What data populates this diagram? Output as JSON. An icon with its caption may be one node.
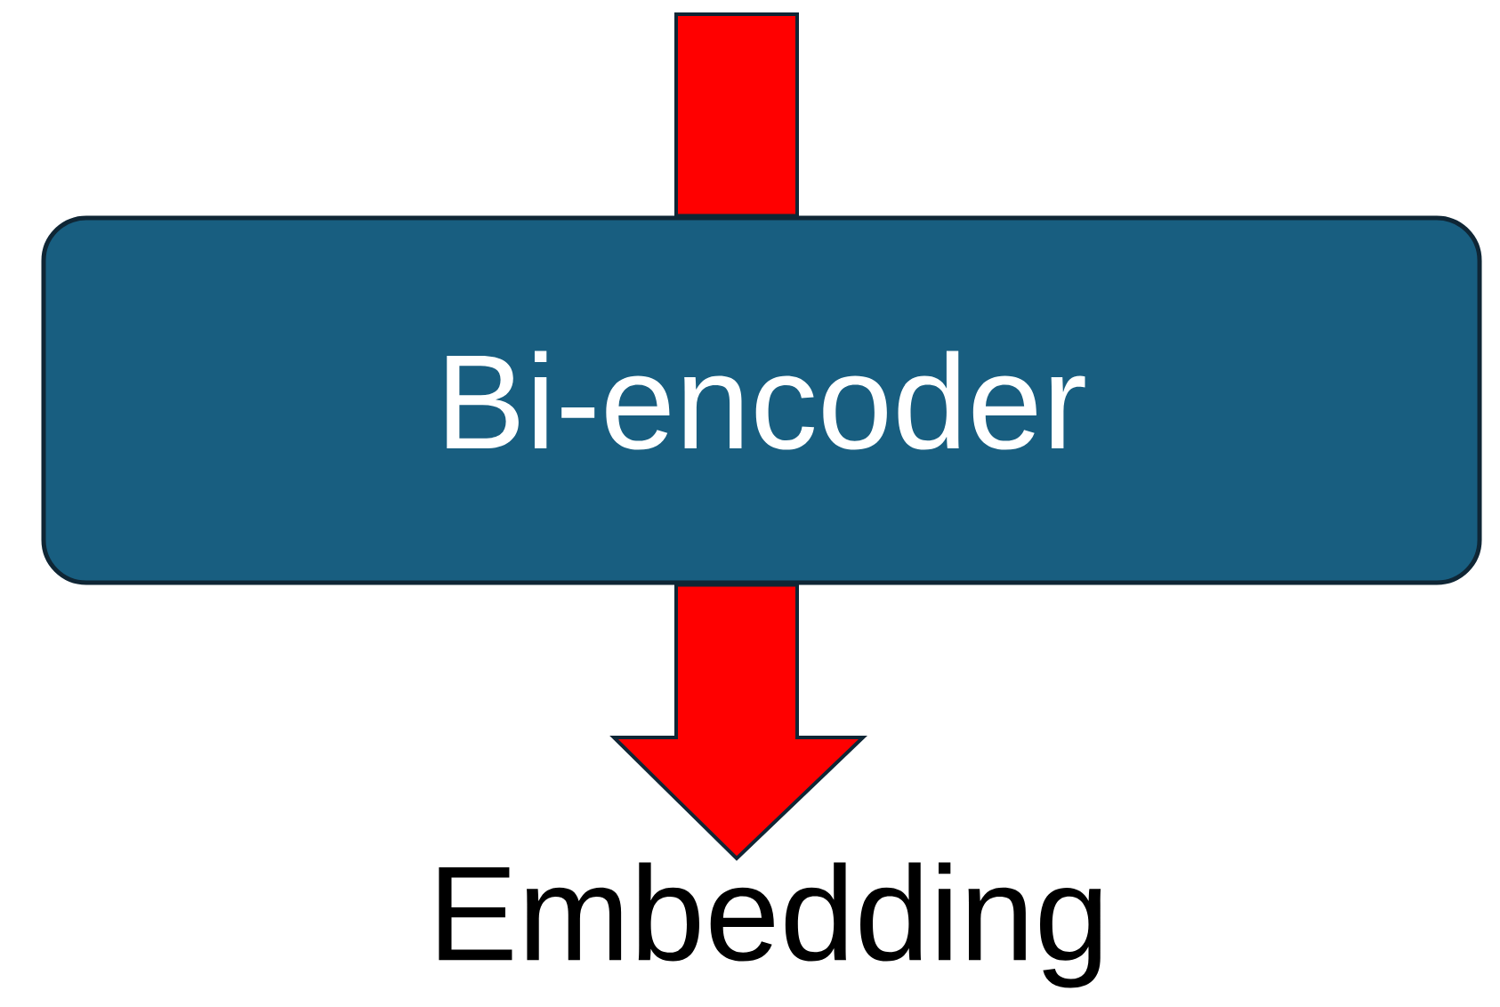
{
  "diagram": {
    "nodes": [
      {
        "text": [
          "Bi-encoder"
        ]
      },
      {
        "text": [
          "Embedding"
        ]
      }
    ],
    "edges": [
      {
        "from": null,
        "to": 0,
        "arrow": "none",
        "color": "#ff0000"
      },
      {
        "from": 0,
        "to": 1,
        "arrow": "to",
        "color": "#ff0000"
      }
    ]
  }
}
